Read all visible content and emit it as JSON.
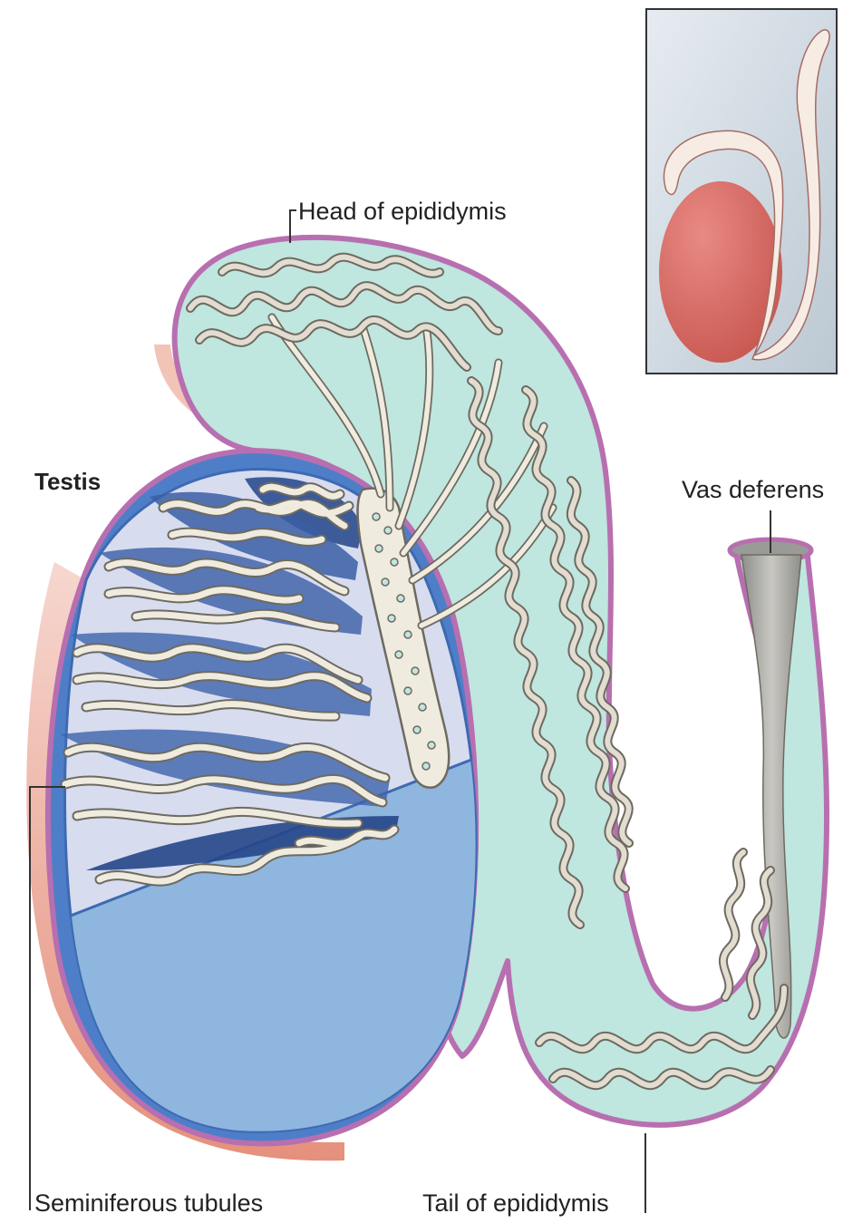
{
  "labels": {
    "head": "Head of epididymis",
    "testis": "Testis",
    "vas": "Vas deferens",
    "tubules": "Seminiferous tubules",
    "tail": "Tail of epididymis"
  },
  "colors": {
    "capsule_outline": "#b86fb0",
    "epididymis_fill": "#bfe6df",
    "testis_outer": "#4f7ec9",
    "testis_cut_face": "#8fb6de",
    "lobule_fill": "#d7dcef",
    "lobule_dark": "#2c4c8e",
    "tubule_cream": "#efebdf",
    "tubule_outline": "#6e6a60",
    "skin_pink": "#f1b7a7",
    "vas_lumen": "#a8a8a4",
    "inset_bg": "#ccd6de",
    "inset_testis": "#d86d6a",
    "inset_epididymis": "#f6ece4"
  }
}
